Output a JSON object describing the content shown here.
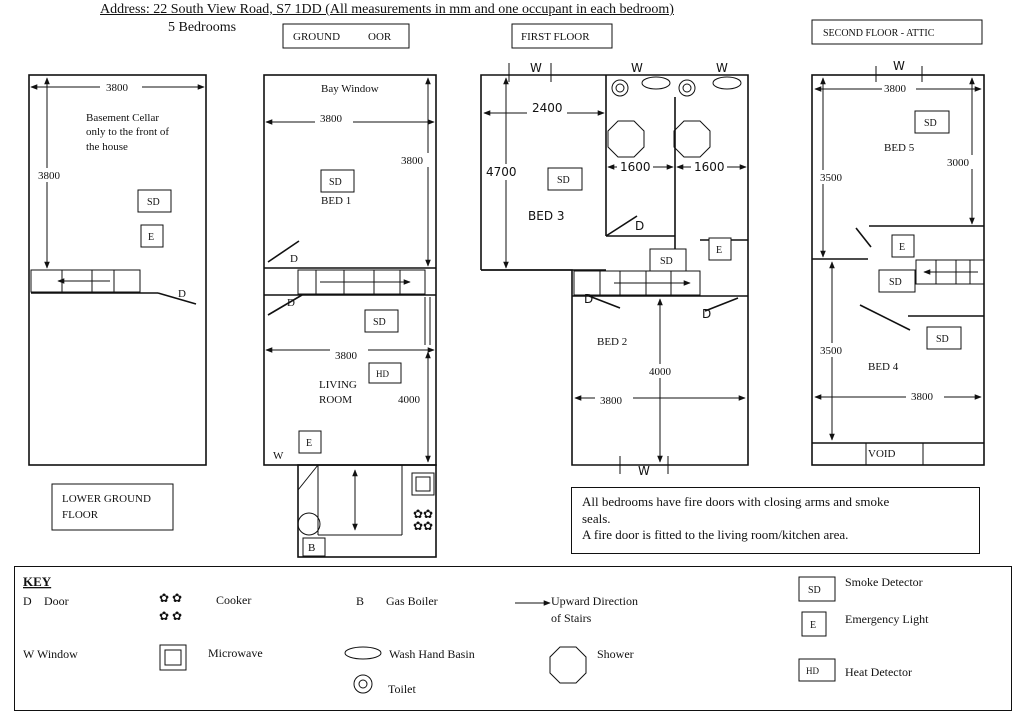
{
  "header": {
    "address": "Address:  22 South View Road, S7 1DD  (All measurements in mm and one occupant in each bedroom)",
    "bedrooms": "5 Bedrooms"
  },
  "floor_titles": {
    "ground": "GROUND",
    "ground_tail": "OOR",
    "first": "FIRST FLOOR",
    "second": "SECOND FLOOR - ATTIC",
    "lower_line1": "LOWER GROUND",
    "lower_line2": "FLOOR"
  },
  "lower_ground": {
    "width": "3800",
    "height": "3800",
    "note_line1": "Basement Cellar",
    "note_line2": "only to the front of",
    "note_line3": "the house",
    "sd": "SD",
    "e": "E",
    "door": "D"
  },
  "ground_floor": {
    "bay_window": "Bay Window",
    "bed1_width": "3800",
    "bed1_height": "3800",
    "bed1_sd": "SD",
    "bed1_label": "BED 1",
    "door_bed1": "D",
    "door_hall": "D",
    "hall_sd": "SD",
    "living_width": "3800",
    "living_hd": "HD",
    "living_line1": "LIVING",
    "living_line2": "ROOM",
    "living_height": "4000",
    "living_e": "E",
    "window": "W",
    "boiler": "B"
  },
  "first_floor": {
    "window_left": "W",
    "window_mid": "W",
    "window_right": "W",
    "bed3_width": "2400",
    "bed3_height": "4700",
    "bed3_sd": "SD",
    "bed3_label": "BED 3",
    "shower1_width": "1600",
    "shower2_width": "1600",
    "door_bath": "D",
    "landing_sd": "SD",
    "landing_e": "E",
    "door_bed2_left": "D",
    "door_bed2_right": "D",
    "bed2_label": "BED 2",
    "bed2_height": "4000",
    "bed2_width": "3800",
    "window_bottom": "W"
  },
  "second_floor": {
    "window_top": "W",
    "bed5_width": "3800",
    "bed5_sd": "SD",
    "bed5_label": "BED 5",
    "bed5_height_left": "3500",
    "bed5_height_right": "3000",
    "landing_e": "E",
    "landing_sd": "SD",
    "bed4_height": "3500",
    "bed4_label": "BED 4",
    "bed4_sd": "SD",
    "bed4_width": "3800",
    "void": "VOID"
  },
  "notes": {
    "line1": "All bedrooms have fire doors with closing arms and smoke",
    "line2": "seals.",
    "line3": "A fire door is fitted to the living room/kitchen area."
  },
  "key": {
    "title": "KEY",
    "door_symbol": "D",
    "door_label": "Door",
    "window_symbol": "W",
    "window_label": "Window",
    "cooker": "Cooker",
    "microwave": "Microwave",
    "boiler_symbol": "B",
    "boiler_label": "Gas Boiler",
    "basin": "Wash Hand Basin",
    "toilet": "Toilet",
    "stairs_line1": "Upward Direction",
    "stairs_line2": "of Stairs",
    "shower": "Shower",
    "sd_symbol": "SD",
    "sd_label": "Smoke Detector",
    "e_symbol": "E",
    "e_label": "Emergency Light",
    "hd_symbol": "HD",
    "hd_label": "Heat Detector"
  }
}
